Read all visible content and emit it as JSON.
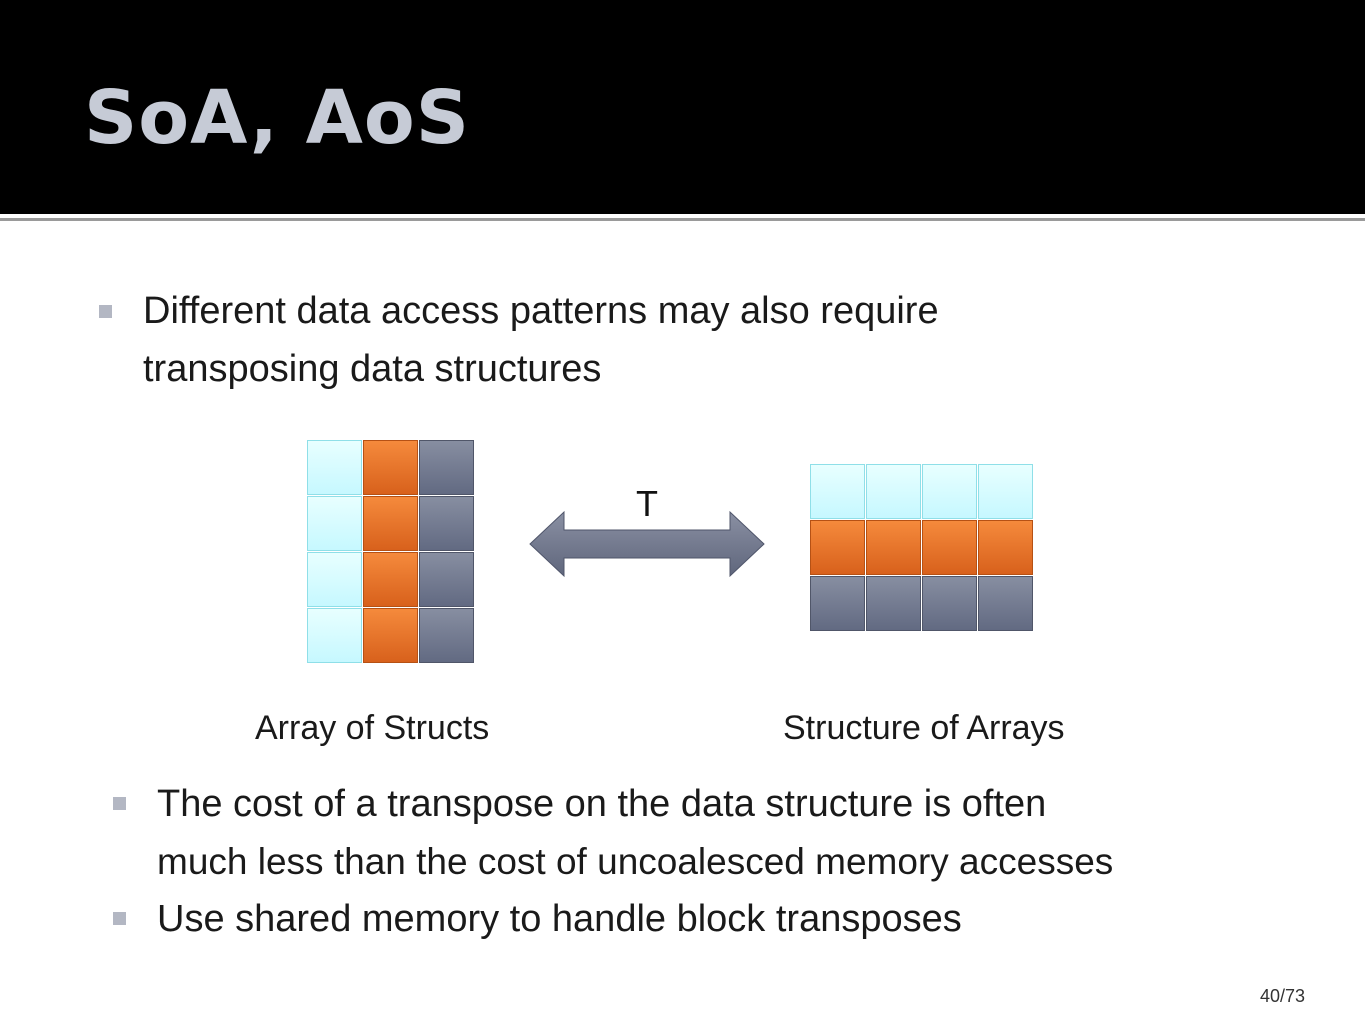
{
  "slide": {
    "title": "SoA, AoS",
    "bullets_top": [
      {
        "line1": "Different data access patterns may also require",
        "line2": "transposing data structures"
      }
    ],
    "diagram": {
      "transpose_label": "T",
      "aos_caption": "Array of Structs",
      "soa_caption": "Structure of Arrays",
      "colors": {
        "cyan": "#d6fbff",
        "orange": "#e8742a",
        "gray": "#6f768c",
        "arrow": "#6d7489"
      }
    },
    "bullets_bottom": [
      {
        "line1": "The cost of a transpose on the data structure is often",
        "line2": "much less than the cost of uncoalesced memory accesses"
      },
      {
        "line1": "Use shared memory to handle block transposes"
      }
    ],
    "page_number": "40/73"
  }
}
